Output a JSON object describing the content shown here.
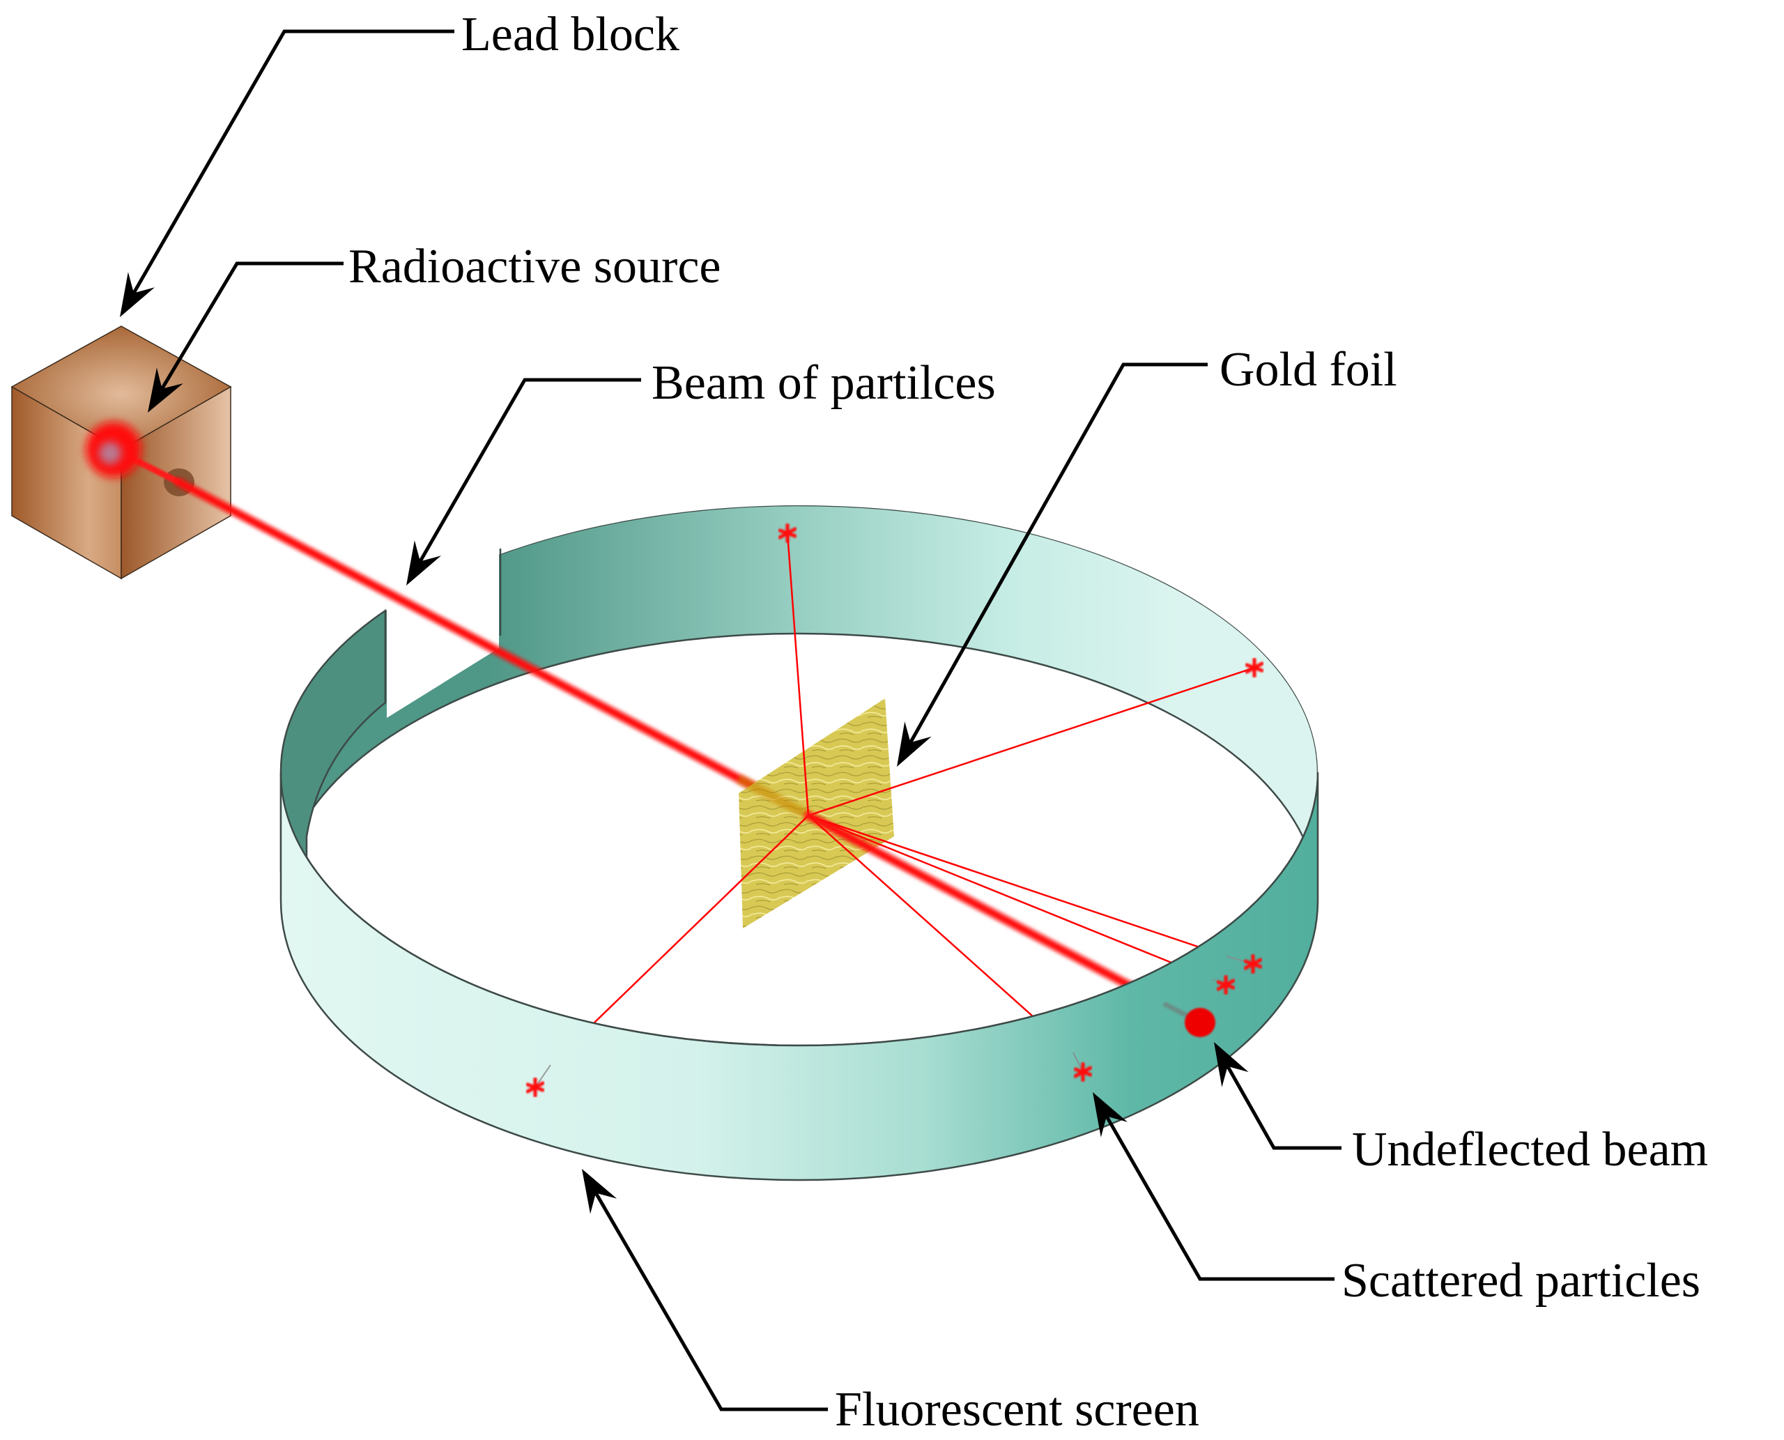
{
  "title": "Rutherford gold foil scattering experiment",
  "labels": {
    "lead_block": "Lead block",
    "radioactive_source": "Radioactive source",
    "beam": "Beam of partilces",
    "gold_foil": "Gold foil",
    "undeflected_beam": "Undeflected beam",
    "scattered_particles": "Scattered particles",
    "fluorescent_screen": "Fluorescent screen"
  },
  "colors": {
    "beam": "#ff0000",
    "lead_block_dark": "#9a5a2c",
    "lead_block_light": "#e0b898",
    "gold_foil": "#d6c64c",
    "screen_dark": "#4e9484",
    "screen_mid": "#54b0a0",
    "screen_light": "#def5f0",
    "leader": "#000000"
  },
  "scatter_marks": [
    {
      "id": "top",
      "kind": "scattered"
    },
    {
      "id": "right-upper",
      "kind": "scattered"
    },
    {
      "id": "left-lower",
      "kind": "scattered"
    },
    {
      "id": "front",
      "kind": "scattered"
    },
    {
      "id": "right-lower-1",
      "kind": "scattered"
    },
    {
      "id": "right-lower-2",
      "kind": "scattered"
    }
  ]
}
